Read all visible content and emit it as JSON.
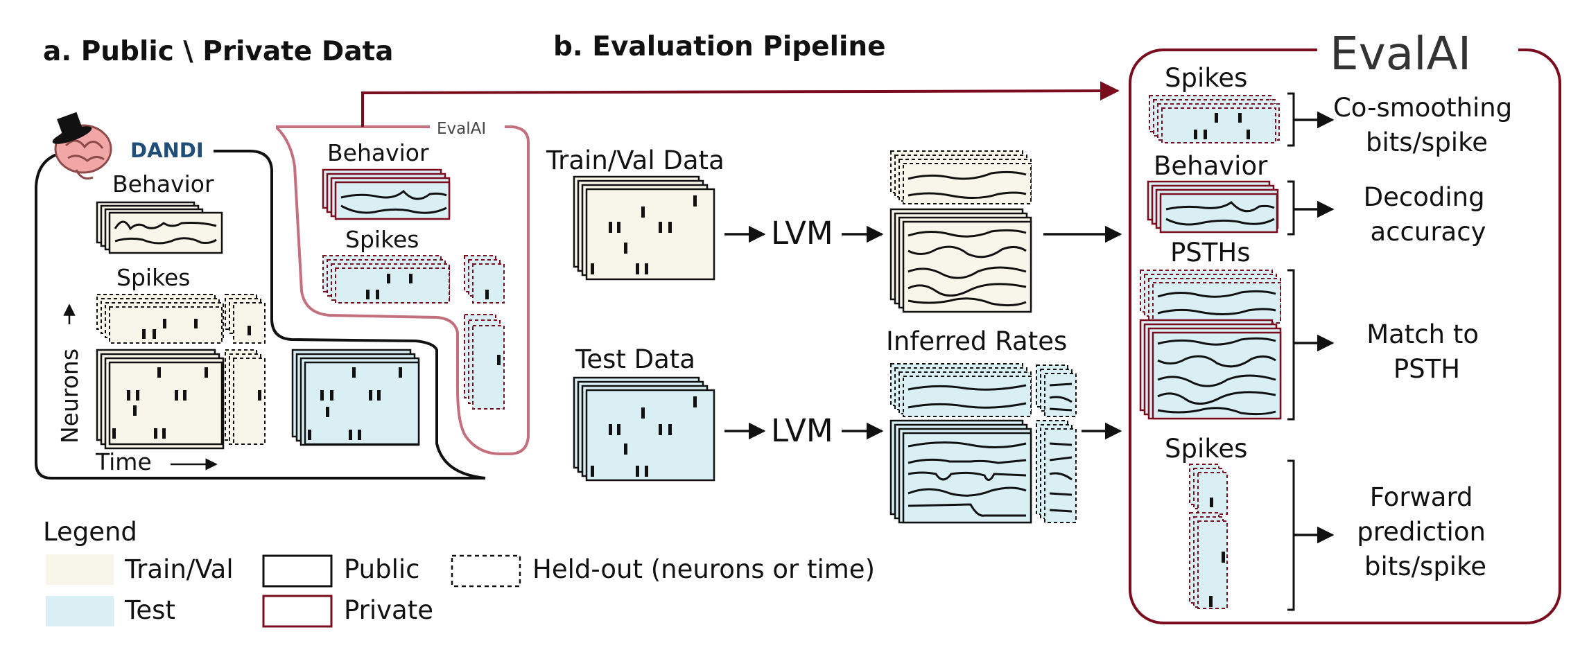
{
  "panel_a": {
    "title": "a. Public \\ Private Data",
    "dandi_label": "DANDI",
    "evalai_small": "EvalAI",
    "behavior_public": "Behavior",
    "spikes_public": "Spikes",
    "neurons_axis": "Neurons",
    "time_axis": "Time",
    "behavior_private": "Behavior",
    "spikes_private": "Spikes"
  },
  "panel_b": {
    "title": "b. Evaluation Pipeline",
    "train_val_data": "Train/Val Data",
    "test_data": "Test Data",
    "lvm_top": "LVM",
    "lvm_bottom": "LVM",
    "inferred_rates": "Inferred Rates"
  },
  "evalai_panel": {
    "logo": "EvalAI",
    "spikes_top": "Spikes",
    "metric_cosmoothing": [
      "Co-smoothing",
      "bits/spike"
    ],
    "behavior": "Behavior",
    "metric_decoding": [
      "Decoding",
      "accuracy"
    ],
    "psths": "PSTHs",
    "metric_psth": [
      "Match to",
      "PSTH"
    ],
    "spikes_bottom": "Spikes",
    "metric_forward": [
      "Forward",
      "prediction",
      "bits/spike"
    ]
  },
  "legend": {
    "title": "Legend",
    "train_val": "Train/Val",
    "test": "Test",
    "public": "Public",
    "private": "Private",
    "held_out": "Held-out (neurons or time)"
  },
  "colors": {
    "train_val_fill": "#f8f6eb",
    "test_fill": "#d9eff4",
    "private_dark": "#7a0c1e",
    "private_light": "#c46f7d",
    "dandi_blue": "#1f4e79"
  }
}
